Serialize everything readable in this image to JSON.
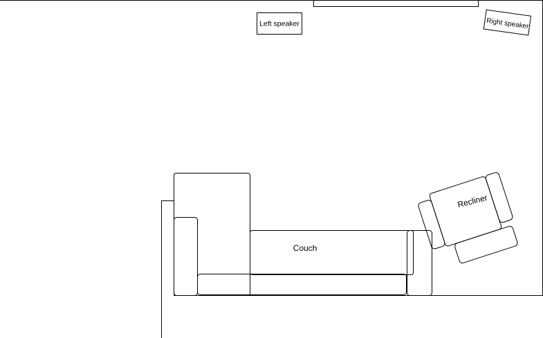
{
  "labels": {
    "left_speaker": "Left speaker",
    "right_speaker": "Right speaker",
    "couch": "Couch",
    "recliner": "Recliner"
  },
  "colors": {
    "line": "#000000",
    "background": "#ffffff"
  }
}
